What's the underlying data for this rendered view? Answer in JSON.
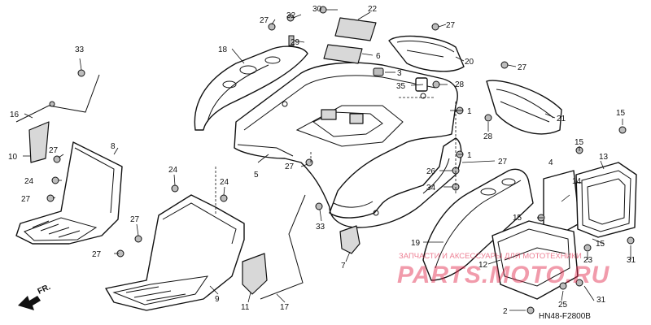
{
  "callouts": {
    "c1": "1",
    "c2": "2",
    "c3": "3",
    "c5": "5",
    "c6": "6",
    "c7": "7",
    "c8": "8",
    "c9": "9",
    "c10": "10",
    "c11": "11",
    "c12": "12",
    "c13": "13",
    "c14": "14",
    "c16": "16",
    "c17": "17",
    "c18": "18",
    "c19": "19",
    "c20": "20",
    "c21": "21",
    "c22": "22",
    "c23": "23",
    "c24": "24",
    "c25": "25",
    "c26": "26",
    "c27": "27",
    "c28": "28",
    "c29": "29",
    "c30": "30",
    "c31": "31",
    "c32": "32",
    "c33": "33",
    "c34": "34",
    "c35": "35",
    "c15": "15"
  },
  "front_arrow": "FR.",
  "diagram_code": "HN48-F2800B",
  "watermark": {
    "small_text": "ЗАПЧАСТИ И АКСЕССУАРЫ ДЛЯ МОТОТЕХНИКИ",
    "logo_text": "PARTS.MOTO.RU",
    "color": "#e0284b"
  }
}
